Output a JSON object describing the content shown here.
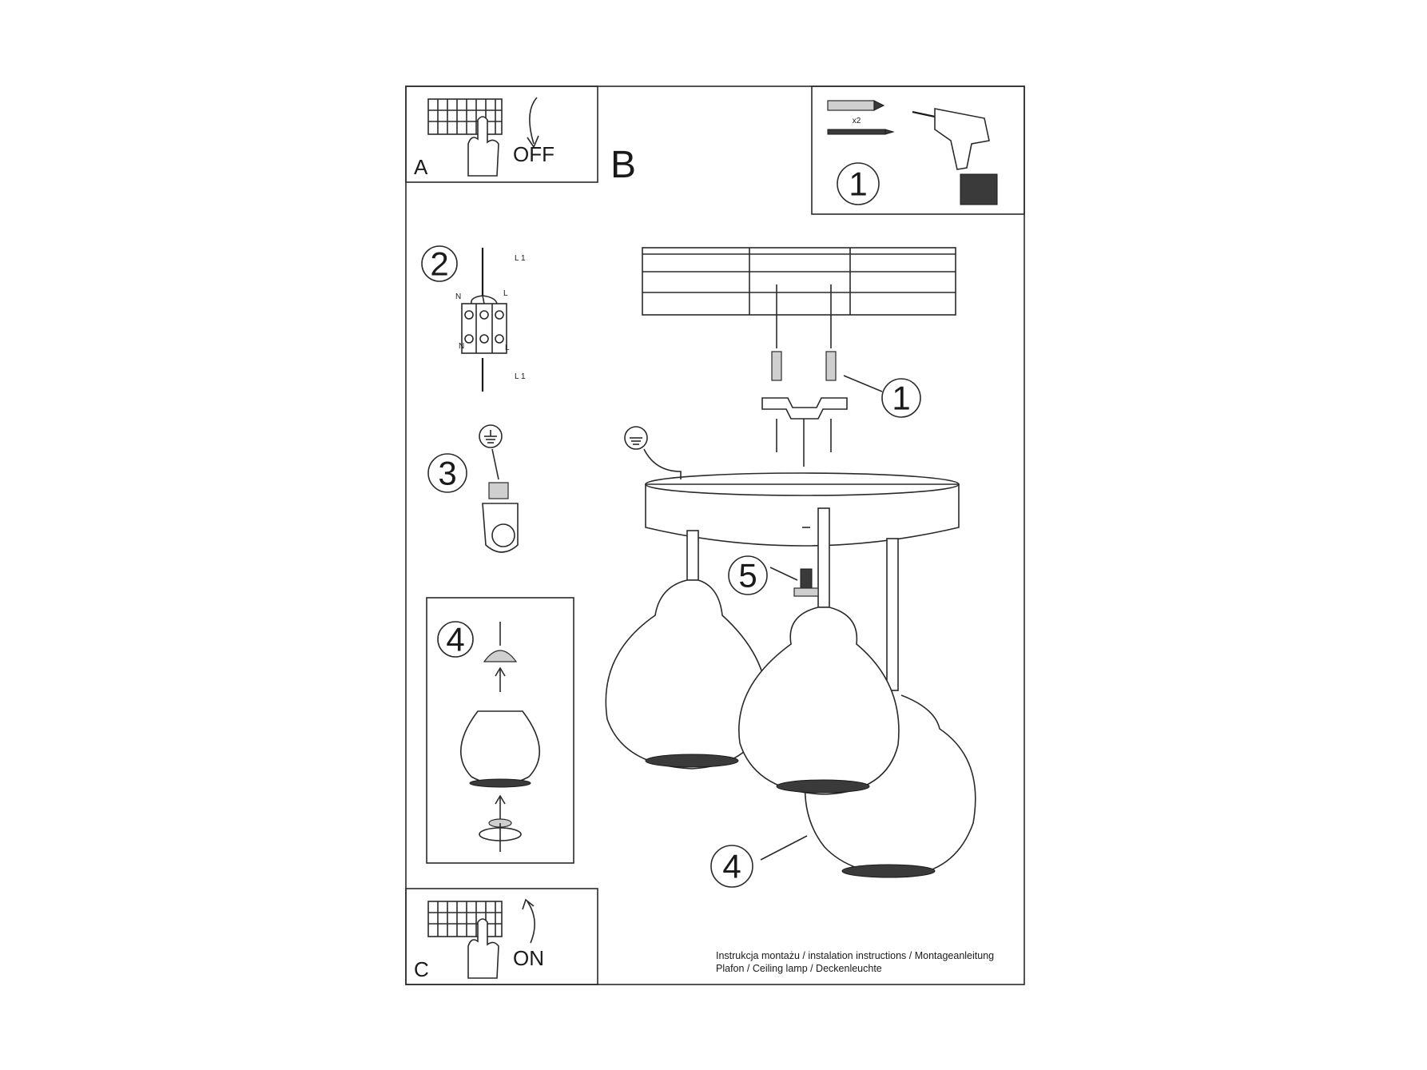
{
  "panels": {
    "a": {
      "letter": "A",
      "action": "OFF"
    },
    "b": {
      "letter": "B"
    },
    "c": {
      "letter": "C",
      "action": "ON"
    }
  },
  "tools": {
    "step": "1",
    "quantity": "x2"
  },
  "steps": {
    "wiring": "2",
    "earth": "3",
    "shade": "4",
    "main_bracket": "1",
    "main_shade": "4",
    "main_screw": "5"
  },
  "wiring_labels": {
    "l1_top": "L 1",
    "n_top": "N",
    "l_top": "L",
    "n_bottom": "N",
    "l_bottom": "L",
    "l1_bottom": "L 1"
  },
  "footer": {
    "line1": "Instrukcja montażu / instalation instructions / Montageanleitung",
    "line2": "Plafon / Ceiling lamp / Deckenleuchte"
  }
}
